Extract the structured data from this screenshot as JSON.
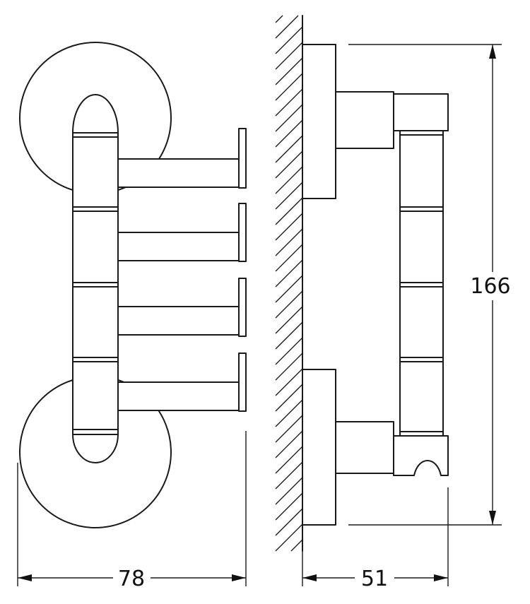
{
  "drawing": {
    "dimensions": {
      "width_front": "78",
      "depth_side": "51",
      "height": "166"
    },
    "colors": {
      "line": "#1a1a1a",
      "background": "#ffffff"
    }
  }
}
